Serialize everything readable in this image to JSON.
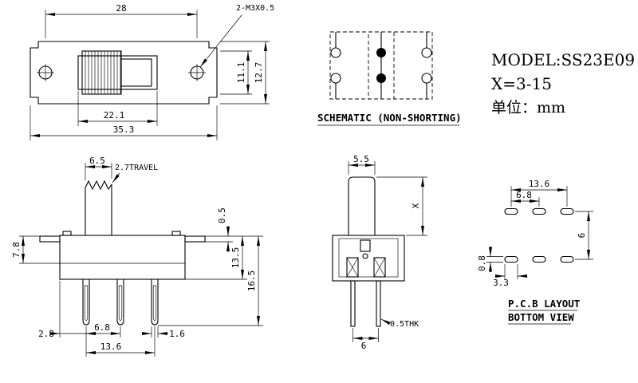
{
  "header": {
    "model": "MODEL:SS23E09",
    "x_range": "X=3-15",
    "unit": "单位：mm"
  },
  "schematic": {
    "caption": "SCHEMATIC (NON-SHORTING)"
  },
  "top_view": {
    "dims": {
      "hole_span": "28",
      "thread_callout": "2-M3X0.5",
      "inner_height": "11.1",
      "outer_height": "12.7",
      "slot_width": "22.1",
      "total_width": "35.3"
    }
  },
  "front_view": {
    "dims": {
      "knob_width": "6.5",
      "travel": "2.7TRAVEL",
      "upper_height": "7.8",
      "ear_thickness": "0.5",
      "body_height": "13.5",
      "total_height": "16.5",
      "edge_to_pin": "2.8",
      "pin_pitch": "6.8",
      "pin_width": "1.6",
      "pin_span": "13.6"
    }
  },
  "side_view": {
    "dims": {
      "knob_depth": "5.5",
      "travel_height": "X",
      "pin_gap": "6",
      "terminal_thickness": "0.5THK"
    }
  },
  "pcb": {
    "caption_line1": "P.C.B LAYOUT",
    "caption_line2": "BOTTOM VIEW",
    "dims": {
      "span": "13.6",
      "pitch": "6.8",
      "row_gap": "6",
      "pad_width": "0.8",
      "pad_length": "3.3"
    }
  },
  "colors": {
    "line": "#000000",
    "background": "#ffffff"
  }
}
